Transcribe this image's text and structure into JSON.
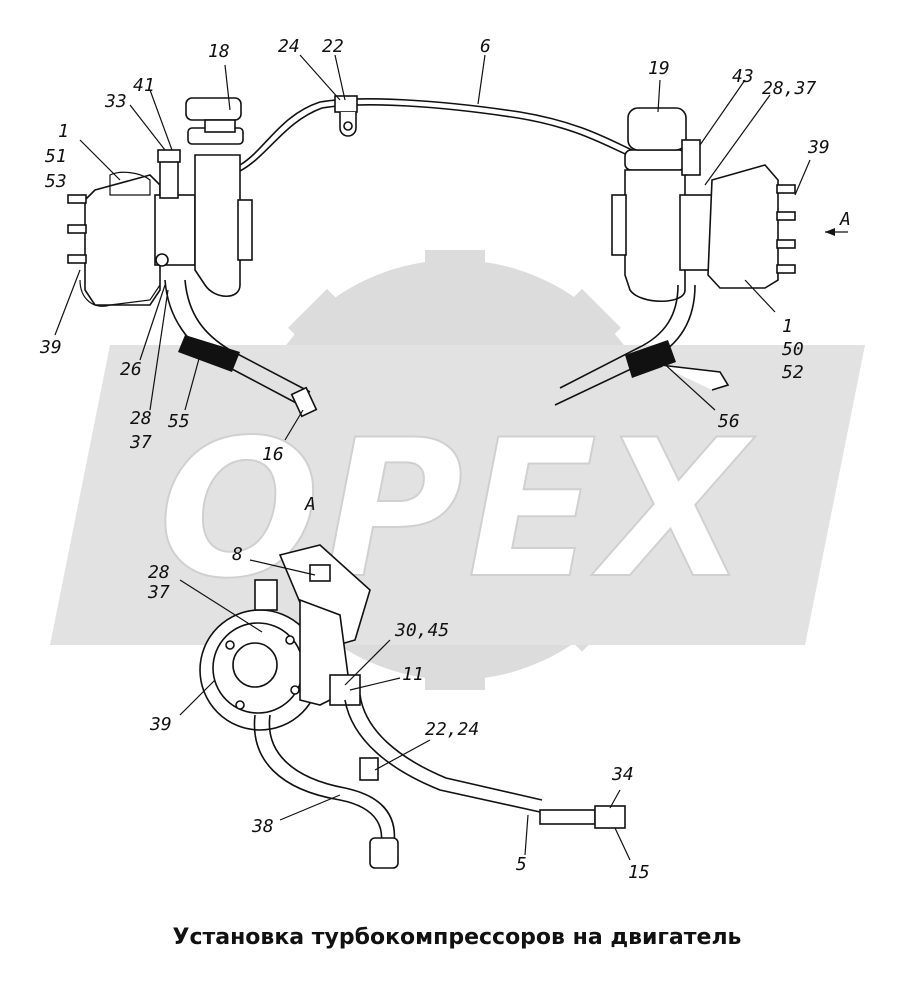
{
  "caption": "Установка турбокомпрессоров на двигатель",
  "watermark": {
    "text": "OPEX",
    "color": "#d6d6d6"
  },
  "view_marker": "A",
  "callouts": {
    "c1l": "1",
    "c51": "51",
    "c53": "53",
    "c33": "33",
    "c41": "41",
    "c18": "18",
    "c24t": "24",
    "c22t": "22",
    "c6": "6",
    "c19": "19",
    "c43": "43",
    "c2837r": "28,37",
    "c39r": "39",
    "cA": "A",
    "c39l": "39",
    "c26": "26",
    "c28l": "28",
    "c37l": "37",
    "c55": "55",
    "c16": "16",
    "c1r": "1",
    "c50": "50",
    "c52": "52",
    "c56": "56",
    "cAv": "A",
    "c8": "8",
    "c28b": "28",
    "c37b": "37",
    "c3045": "30,45",
    "c11": "11",
    "c39b": "39",
    "c2224": "22,24",
    "c38": "38",
    "c34": "34",
    "c5": "5",
    "c15": "15"
  }
}
